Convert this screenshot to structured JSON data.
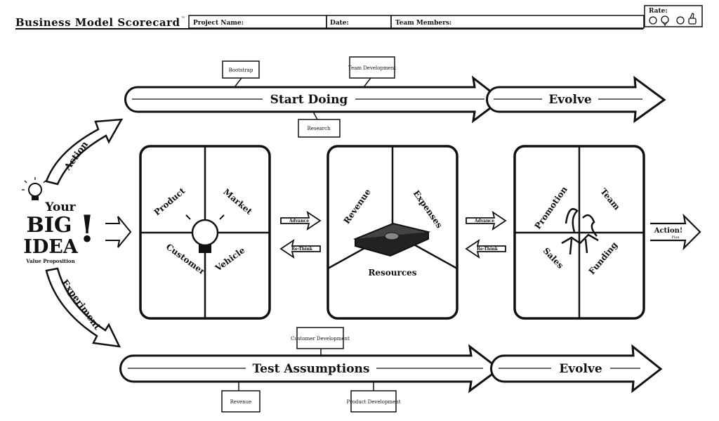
{
  "header": {
    "title": "Business Model Scorecard",
    "tm": "™",
    "fields": {
      "project_name": "Project Name:",
      "date": "Date:",
      "team_members": "Team Members:"
    },
    "rate_label": "Rate:"
  },
  "idea": {
    "your": "Your",
    "big": "BIG",
    "idea": "IDEA",
    "exclaim": "!",
    "value_proposition": "Value Proposition"
  },
  "branches": {
    "top": "Action",
    "bottom": "Experiment"
  },
  "top_track": {
    "label": "Start Doing",
    "evolve": "Evolve",
    "tags": {
      "bootstrap": "Bootstrap",
      "team_dev": "Team Development",
      "research": "Research"
    }
  },
  "bottom_track": {
    "label": "Test Assumptions",
    "evolve": "Evolve",
    "tags": {
      "customer_dev": "Customer Development",
      "revenue": "Revenue",
      "product_dev": "Product Development"
    }
  },
  "panels": {
    "panel1": {
      "product": "Product",
      "market": "Market",
      "customer": "Customer",
      "vehicle": "Vehicle"
    },
    "panel2": {
      "revenue": "Revenue",
      "expenses": "Expenses",
      "resources": "Resources"
    },
    "panel3": {
      "promotion": "Promotion",
      "team": "Team",
      "sales": "Sales",
      "funding": "Funding"
    }
  },
  "connectors": {
    "advance": "Advance",
    "rethink": "Re-Think"
  },
  "action_plan": {
    "action": "Action!",
    "plan": "Plan"
  }
}
